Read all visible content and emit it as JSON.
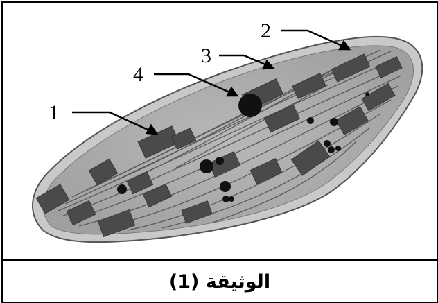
{
  "figure": {
    "caption": "الوثيقة (1)",
    "labels": [
      "1",
      "2",
      "3",
      "4"
    ]
  }
}
